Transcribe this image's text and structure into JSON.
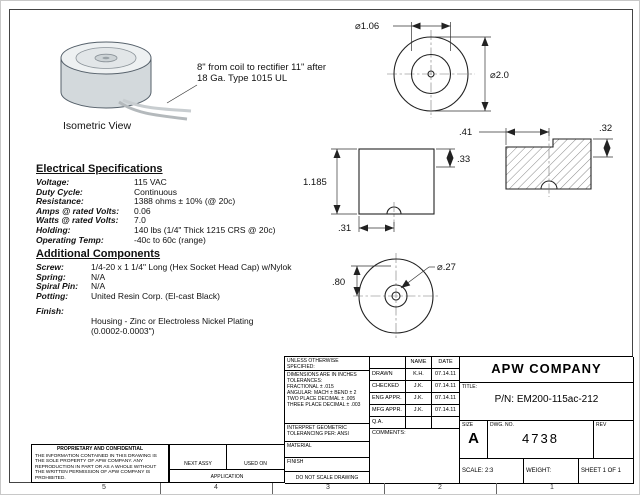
{
  "sheet": {
    "zone_labels_bottom": [
      "5",
      "4",
      "3",
      "2",
      "1"
    ]
  },
  "isometric": {
    "label": "Isometric View",
    "note_line1": "8\" from coil to rectifier 11\" after",
    "note_line2": "18 Ga. Type 1015 UL"
  },
  "dims": {
    "top_view_inner_dia": "⌀1.06",
    "top_view_outer_dia": "⌀2.0",
    "side_height": "1.185",
    "side_step": ".33",
    "side_hole_offset": ".31",
    "section_width": ".41",
    "section_height": ".32",
    "bottom_view_offset": ".80",
    "bottom_view_hole_dia": "⌀.27"
  },
  "electrical": {
    "title": "Electrical Specifications",
    "rows": [
      {
        "label": "Voltage:",
        "value": "115 VAC"
      },
      {
        "label": "Duty Cycle:",
        "value": "Continuous"
      },
      {
        "label": "Resistance:",
        "value": "1388 ohms ± 10% (@ 20c)"
      },
      {
        "label": "Amps @ rated Volts:",
        "value": "0.06"
      },
      {
        "label": "Watts @ rated Volts:",
        "value": "7.0"
      },
      {
        "label": "Holding:",
        "value": "140 lbs (1/4\" Thick 1215 CRS @ 20c)"
      },
      {
        "label": "Operating Temp:",
        "value": "-40c to 60c (range)"
      }
    ]
  },
  "components": {
    "title": "Additional Components",
    "rows": [
      {
        "label": "Screw:",
        "value": "1/4-20 x 1 1/4\" Long (Hex Socket Head Cap) w/Nylok"
      },
      {
        "label": "Spring:",
        "value": "N/A"
      },
      {
        "label": "Spiral Pin:",
        "value": "N/A"
      },
      {
        "label": "Potting:",
        "value": "United Resin Corp. (El-cast Black)"
      }
    ],
    "finish_label": "Finish:",
    "finish_line1": "Housing - Zinc or Electroless Nickel Plating",
    "finish_line2": "(0.0002-0.0003\")"
  },
  "title_block": {
    "company": "APW COMPANY",
    "title_label": "TITLE:",
    "part_number": "P/N: EM200-115ac-212",
    "size_label": "SIZE",
    "size_value": "A",
    "dwg_label": "DWG.  NO.",
    "dwg_number": "4738",
    "rev_label": "REV",
    "scale": "SCALE: 2:3",
    "weight": "WEIGHT:",
    "sheet": "SHEET 1 OF 1",
    "unless": "UNLESS OTHERWISE SPECIFIED:",
    "tolerances": [
      "DIMENSIONS ARE IN INCHES",
      "TOLERANCES:",
      "FRACTIONAL ± .015",
      "ANGULAR: MACH ±  BEND ± 2",
      "TWO PLACE DECIMAL    ± .005",
      "THREE PLACE DECIMAL  ± .003"
    ],
    "interpret1": "INTERPRET GEOMETRIC",
    "interpret2": "TOLERANCING PER: ANSI",
    "material_label": "MATERIAL",
    "finish_label": "FINISH",
    "do_not_scale": "DO NOT SCALE DRAWING",
    "name_col": "NAME",
    "date_col": "DATE",
    "approval_rows": [
      {
        "label": "DRAWN",
        "name": "K.H.",
        "date": "07.14.11"
      },
      {
        "label": "CHECKED",
        "name": "J.K.",
        "date": "07.14.11"
      },
      {
        "label": "ENG APPR.",
        "name": "J.K.",
        "date": "07.14.11"
      },
      {
        "label": "MFG APPR.",
        "name": "J.K.",
        "date": "07.14.11"
      },
      {
        "label": "Q.A.",
        "name": "",
        "date": ""
      }
    ],
    "comments_label": "COMMENTS:",
    "proprietary_title": "PROPRIETARY AND CONFIDENTIAL",
    "proprietary_text": "THE INFORMATION CONTAINED IN THIS DRAWING IS THE SOLE PROPERTY OF APW COMPANY.  ANY REPRODUCTION IN PART OR AS A WHOLE WITHOUT THE WRITTEN PERMISSION OF APW COMPANY IS PROHIBITED.",
    "next_assy": "NEXT ASSY",
    "used_on": "USED ON",
    "application": "APPLICATION"
  }
}
